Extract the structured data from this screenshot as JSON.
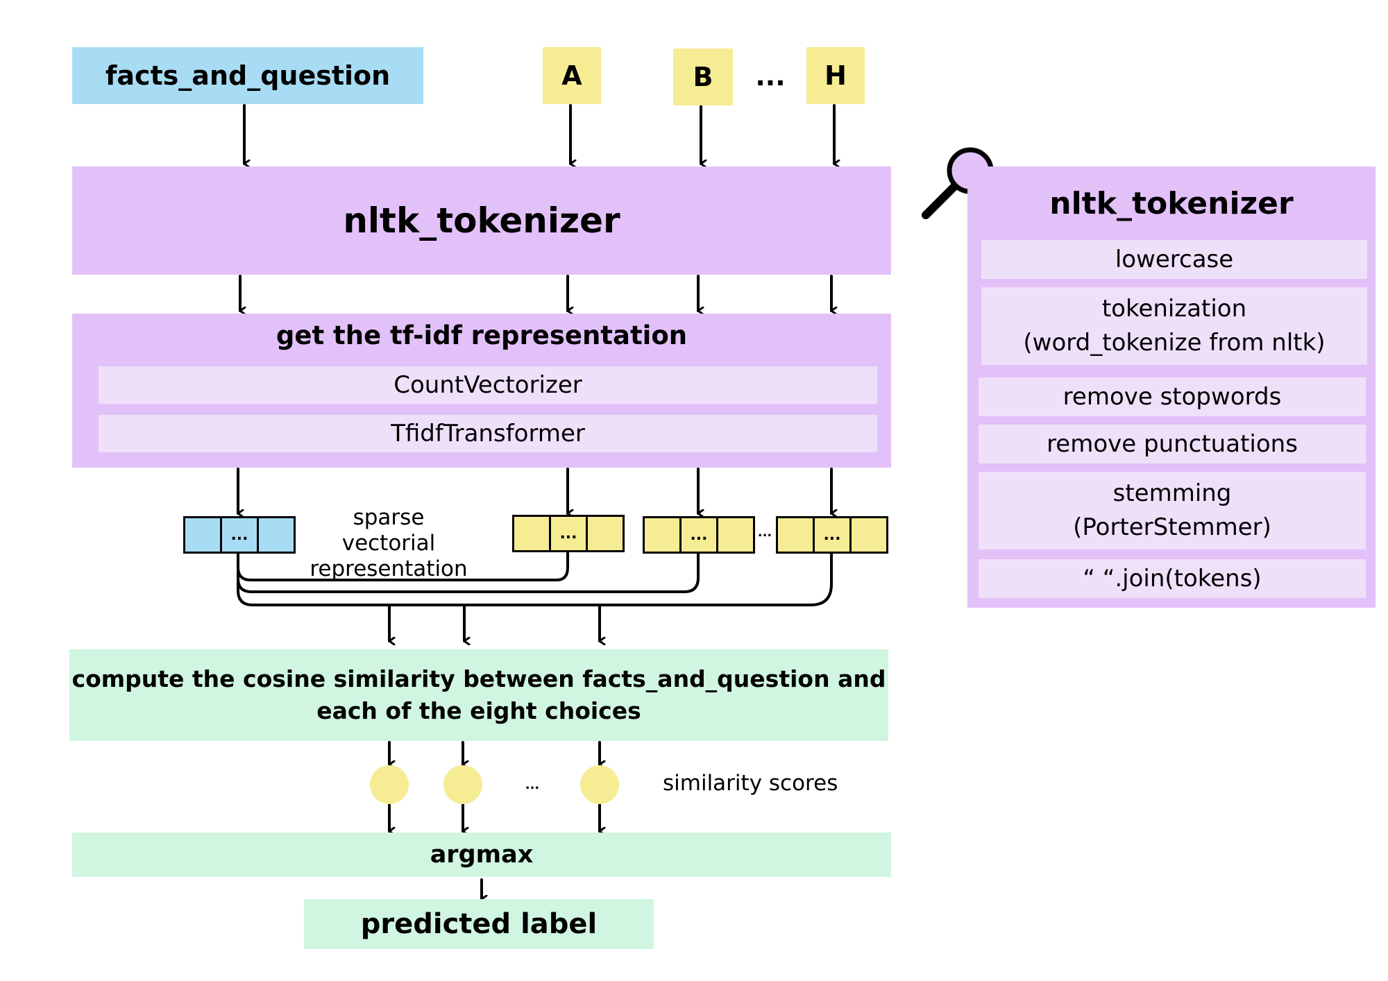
{
  "inputs": {
    "facts": "facts_and_question",
    "a": "A",
    "b": "B",
    "ellipsis": "...",
    "h": "H"
  },
  "tokenizer": {
    "title": "nltk_tokenizer"
  },
  "tfidf": {
    "title": "get the tf-idf representation",
    "step1": "CountVectorizer",
    "step2": "TfidfTransformer"
  },
  "vectors": {
    "cell": "...",
    "between": "...",
    "label_line1": "sparse vectorial",
    "label_line2": "representation"
  },
  "cosine": {
    "line1": "compute the cosine similarity between facts_and_question and",
    "line2": "each of the eight choices"
  },
  "scores": {
    "ellipsis": "...",
    "label": "similarity scores"
  },
  "argmax": "argmax",
  "predicted": "predicted label",
  "detail": {
    "title": "nltk_tokenizer",
    "steps": [
      {
        "line1": "lowercase",
        "line2": ""
      },
      {
        "line1": "tokenization",
        "line2": "(word_tokenize from nltk)"
      },
      {
        "line1": "remove stopwords",
        "line2": ""
      },
      {
        "line1": "remove punctuations",
        "line2": ""
      },
      {
        "line1": "stemming",
        "line2": "(PorterStemmer)"
      },
      {
        "line1": "“ “.join(tokens)",
        "line2": ""
      }
    ]
  },
  "colors": {
    "blue": "#a8dcf5",
    "yellow": "#f6ec94",
    "purple": "#e2c1f8",
    "light_purple": "#efe0fa",
    "green": "#d0f5e0"
  },
  "icons": {
    "magnifier": "magnifier-icon"
  }
}
